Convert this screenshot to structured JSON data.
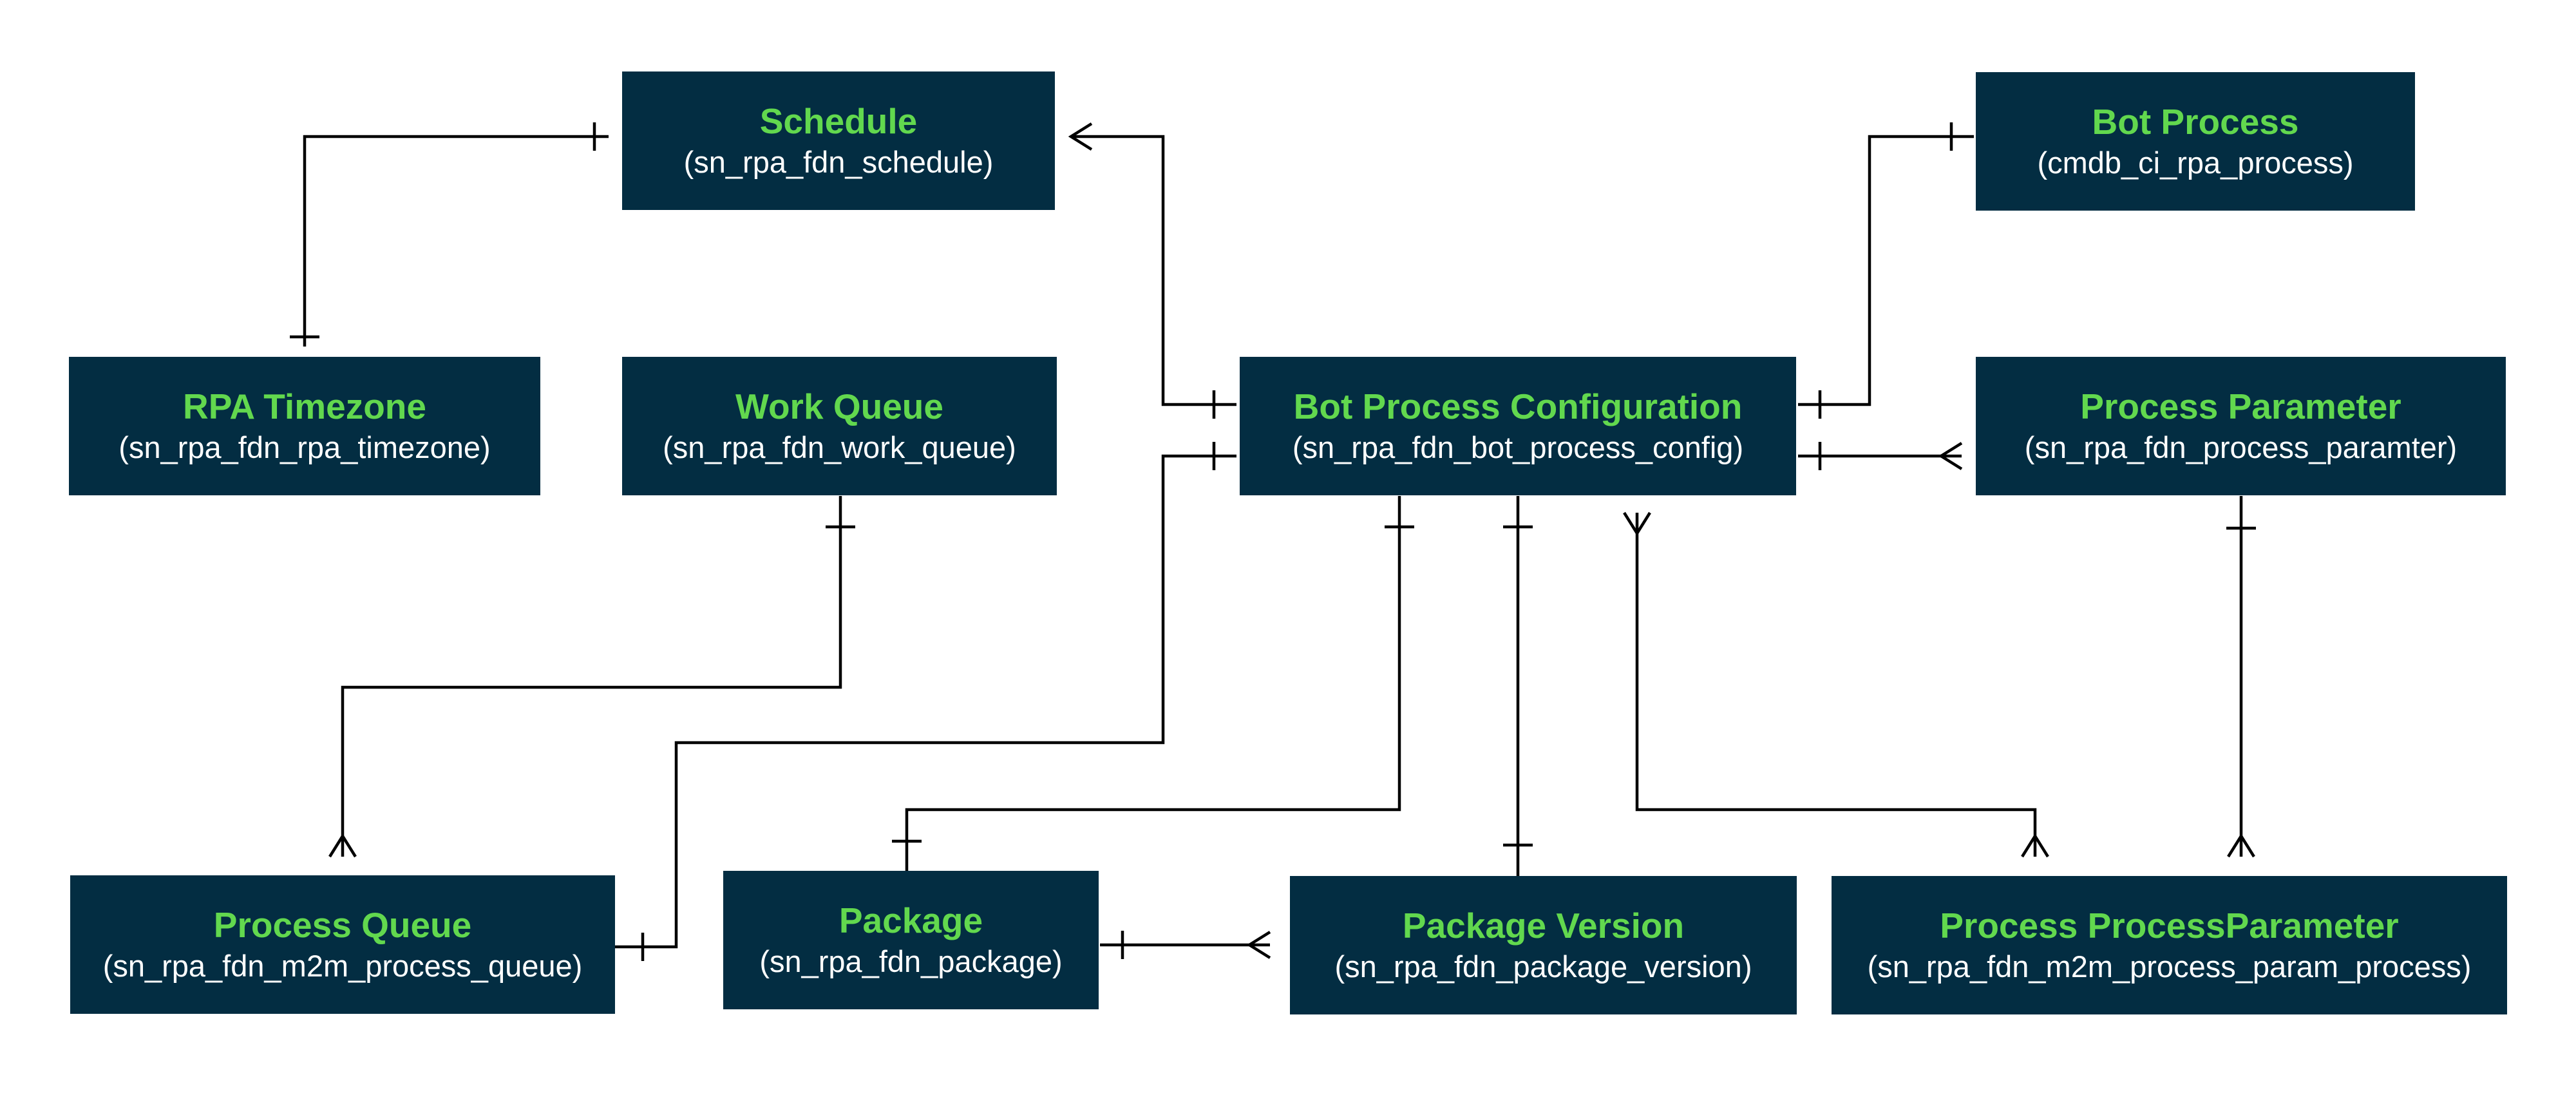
{
  "colors": {
    "box_fill": "#032d42",
    "title_text": "#62d84e",
    "table_text": "#ffffff",
    "line": "#000000",
    "background": "#ffffff"
  },
  "entities": {
    "schedule": {
      "name": "Schedule",
      "table": "(sn_rpa_fdn_schedule)"
    },
    "bot_process": {
      "name": "Bot Process",
      "table": "(cmdb_ci_rpa_process)"
    },
    "rpa_timezone": {
      "name": "RPA Timezone",
      "table": "(sn_rpa_fdn_rpa_timezone)"
    },
    "work_queue": {
      "name": "Work Queue",
      "table": "(sn_rpa_fdn_work_queue)"
    },
    "bot_process_config": {
      "name": "Bot Process Configuration",
      "table": "(sn_rpa_fdn_bot_process_config)"
    },
    "process_parameter": {
      "name": "Process Parameter",
      "table": "(sn_rpa_fdn_process_paramter)"
    },
    "process_queue": {
      "name": "Process Queue",
      "table": "(sn_rpa_fdn_m2m_process_queue)"
    },
    "package": {
      "name": "Package",
      "table": "(sn_rpa_fdn_package)"
    },
    "package_version": {
      "name": "Package Version",
      "table": "(sn_rpa_fdn_package_version)"
    },
    "process_process_parameter": {
      "name": "Process ProcessParameter",
      "table": "(sn_rpa_fdn_m2m_process_param_process)"
    }
  },
  "relationships": [
    {
      "from": "rpa_timezone",
      "from_card": "one",
      "to": "schedule",
      "to_card": "one"
    },
    {
      "from": "schedule",
      "from_card": "many",
      "to": "bot_process_config",
      "to_card": "one"
    },
    {
      "from": "bot_process_config",
      "from_card": "one",
      "to": "bot_process",
      "to_card": "one"
    },
    {
      "from": "bot_process_config",
      "from_card": "one",
      "to": "process_parameter",
      "to_card": "many"
    },
    {
      "from": "work_queue",
      "from_card": "one",
      "to": "process_queue",
      "to_card": "many"
    },
    {
      "from": "process_queue",
      "from_card": "one",
      "to": "bot_process_config",
      "to_card": "one"
    },
    {
      "from": "bot_process_config",
      "from_card": "one",
      "to": "package",
      "to_card": "one"
    },
    {
      "from": "bot_process_config",
      "from_card": "one",
      "to": "package_version",
      "to_card": "one"
    },
    {
      "from": "bot_process_config",
      "from_card": "many",
      "to": "process_process_parameter",
      "to_card": "many"
    },
    {
      "from": "process_parameter",
      "from_card": "one",
      "to": "process_process_parameter",
      "to_card": "many"
    },
    {
      "from": "package",
      "from_card": "one",
      "to": "package_version",
      "to_card": "many"
    }
  ]
}
